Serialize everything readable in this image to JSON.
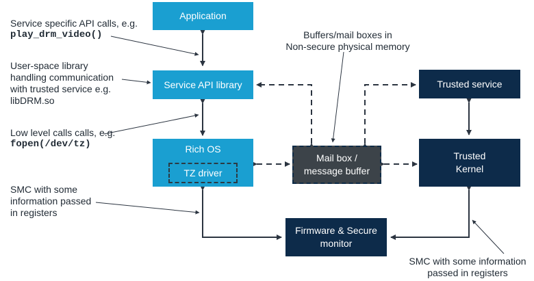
{
  "boxes": {
    "application": "Application",
    "service_api_library": "Service API library",
    "rich_os": "Rich OS",
    "tz_driver": "TZ driver",
    "mailbox_line1": "Mail box /",
    "mailbox_line2": "message buffer",
    "trusted_service": "Trusted service",
    "trusted_kernel_line1": "Trusted",
    "trusted_kernel_line2": "Kernel",
    "firmware_line1": "Firmware & Secure",
    "firmware_line2": "monitor"
  },
  "annotations": {
    "service_api_calls": {
      "line1": "Service specific API calls, e.g.",
      "code": "play_drm_video()"
    },
    "user_space_library": {
      "line1": "User-space library",
      "line2": "handling communication",
      "line3": "with trusted service e.g.",
      "line4": "libDRM.so"
    },
    "low_level_calls": {
      "line1": "Low level calls calls, e.g.",
      "code": "fopen(/dev/tz)"
    },
    "smc_left": {
      "line1": "SMC with some",
      "line2": "information passed",
      "line3": "in registers"
    },
    "buffers": {
      "line1": "Buffers/mail boxes in",
      "line2": "Non-secure physical memory"
    },
    "smc_right": {
      "line1": "SMC with some information",
      "line2": "passed in registers"
    }
  },
  "colors": {
    "normal_world": "#1a9fd1",
    "secure_world": "#0d2b4a",
    "shared_memory": "#3c4349"
  }
}
